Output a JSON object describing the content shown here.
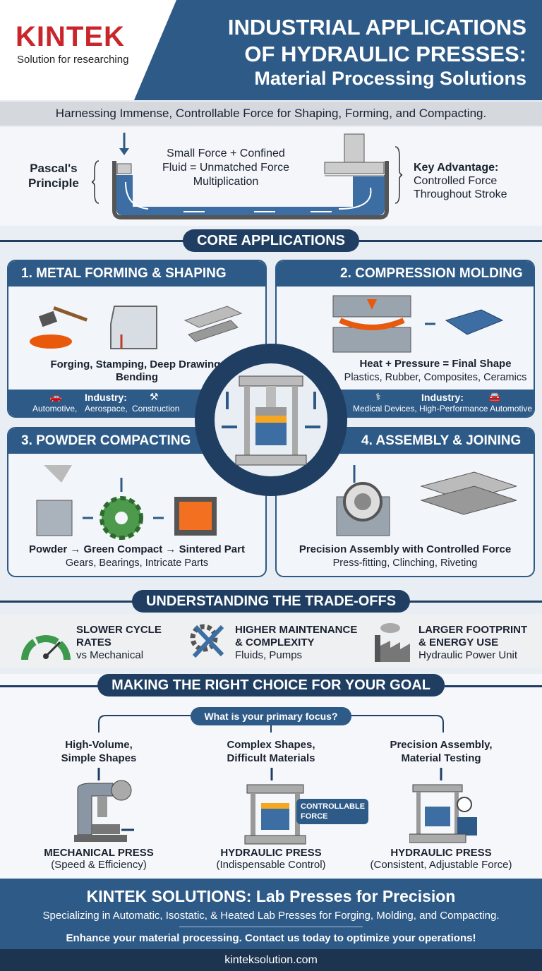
{
  "header": {
    "logo": "KINTEK",
    "logo_tagline": "Solution for researching",
    "title_line1": "INDUSTRIAL APPLICATIONS",
    "title_line2": "OF HYDRAULIC PRESSES:",
    "title_line3": "Material Processing Solutions"
  },
  "subtitle": "Harnessing Immense, Controllable Force for Shaping, Forming, and Compacting.",
  "pascal": {
    "label_line1": "Pascal's",
    "label_line2": "Principle",
    "formula_line1": "Small Force  +  Confined",
    "formula_line2": "Fluid  =  Unmatched Force",
    "formula_line3": "Multiplication",
    "advantage_line1": "Key Advantage:",
    "advantage_line2": "Controlled Force",
    "advantage_line3": "Throughout Stroke"
  },
  "core": {
    "heading": "CORE APPLICATIONS",
    "cards": [
      {
        "title": "1. METAL FORMING & SHAPING",
        "main_line1": "Forging, Stamping, Deep Drawing,",
        "main_line2": "Bending",
        "industry_label": "Industry:",
        "industries": [
          "Automotive,",
          "Aerospace,",
          "Construction"
        ]
      },
      {
        "title": "2. COMPRESSION MOLDING",
        "main_line1": "Heat + Pressure = Final Shape",
        "sub": "Plastics, Rubber, Composites, Ceramics",
        "industry_label": "Industry:",
        "industries": [
          "Medical Devices, High-Performance Automotive"
        ]
      },
      {
        "title": "3. POWDER COMPACTING",
        "main_line1": "Powder → Green Compact → Sintered Part",
        "sub": "Gears, Bearings, Intricate Parts"
      },
      {
        "title": "4. ASSEMBLY & JOINING",
        "main_line1": "Precision Assembly with Controlled Force",
        "sub": "Press-fitting, Clinching, Riveting"
      }
    ]
  },
  "tradeoffs": {
    "heading": "UNDERSTANDING THE TRADE-OFFS",
    "items": [
      {
        "title_line1": "SLOWER CYCLE",
        "title_line2": "RATES",
        "note": "vs Mechanical",
        "icon": "gauge-icon"
      },
      {
        "title_line1": "HIGHER MAINTENANCE",
        "title_line2": "& COMPLEXITY",
        "note": "Fluids, Pumps",
        "icon": "tools-icon"
      },
      {
        "title_line1": "LARGER FOOTPRINT",
        "title_line2": "& ENERGY USE",
        "note": "Hydraulic Power Unit",
        "icon": "factory-icon"
      }
    ]
  },
  "choice": {
    "heading": "MAKING THE RIGHT CHOICE FOR YOUR GOAL",
    "question": "What is your primary focus?",
    "callout_line1": "CONTROLLABLE",
    "callout_line2": "FORCE",
    "options": [
      {
        "goal_line1": "High-Volume,",
        "goal_line2": "Simple Shapes",
        "press": "MECHANICAL PRESS",
        "reason": "(Speed & Efficiency)"
      },
      {
        "goal_line1": "Complex Shapes,",
        "goal_line2": "Difficult Materials",
        "press": "HYDRAULIC PRESS",
        "reason": "(Indispensable Control)"
      },
      {
        "goal_line1": "Precision Assembly,",
        "goal_line2": "Material Testing",
        "press": "HYDRAULIC PRESS",
        "reason": "(Consistent, Adjustable Force)"
      }
    ]
  },
  "footer": {
    "title": "KINTEK SOLUTIONS: Lab Presses for Precision",
    "subtitle": "Specializing in Automatic, Isostatic, & Heated Lab Presses for Forging, Molding, and Compacting.",
    "cta": "Enhance your material processing. Contact us today to optimize your operations!",
    "website": "kinteksolution.com"
  },
  "colors": {
    "primary": "#2e5a87",
    "dark": "#1f3e62",
    "brand_red": "#c9262c"
  }
}
